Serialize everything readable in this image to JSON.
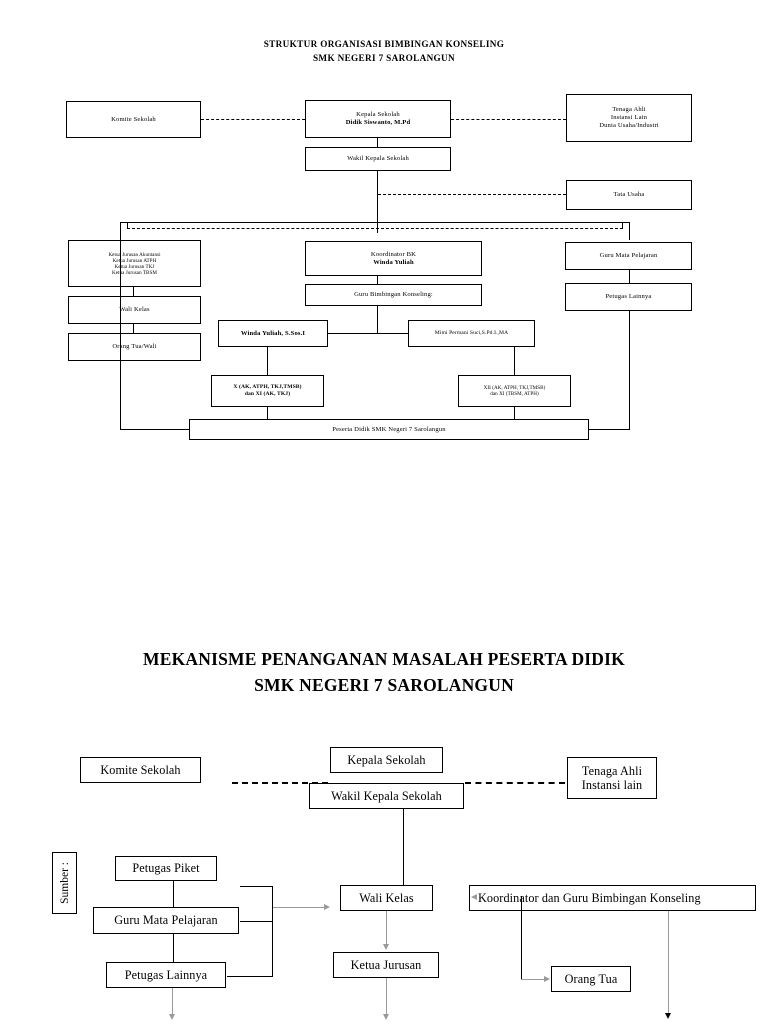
{
  "chart1": {
    "title_line1": "STRUKTUR ORGANISASI BIMBINGAN KONSELING",
    "title_line2": "SMK NEGERI 7 SAROLANGUN",
    "nodes": {
      "komite_sekolah": "Komite Sekolah",
      "kepala_sekolah_role": "Kepala Sekolah",
      "kepala_sekolah_name": "Didik Siswanto, M.Pd",
      "tenaga_ahli_l1": "Tenaga Ahli",
      "tenaga_ahli_l2": "Instansi Lain",
      "tenaga_ahli_l3": "Dunia Usaha/Industri",
      "wakil_kepala_sekolah": "Wakil Kepala Sekolah",
      "tata_usaha": "Tata Usaha",
      "ketua_jurusan_l1": "Ketua Jurusan Akuntansi",
      "ketua_jurusan_l2": "Ketua Jurusan ATPH",
      "ketua_jurusan_l3": "Ketua Jurusan TKJ",
      "ketua_jurusan_l4": "Ketua Jurusan TBSM",
      "koordinator_bk_role": "Koordinator BK",
      "koordinator_bk_name": "Winda Yuliah",
      "guru_mata_pelajaran": "Guru Mata Pelajaran",
      "wali_kelas": "Wali Kelas",
      "guru_bimbingan_konseling": "Guru Bimbingan Konseling:",
      "petugas_lainnya": "Petugas Lainnya",
      "orang_tua_wali": "Orang Tua/Wali",
      "guru_bk_1": "Winda Yuliah, S.Sos.I",
      "guru_bk_2": "Mimi Permani Suci,S.Pd.I.,MA",
      "kelas_1_l1": "X (AK, ATPH, TKJ,TMSB)",
      "kelas_1_l2": "dan XI (AK, TKJ)",
      "kelas_2_l1": "XII (AK, ATPH, TKJ,TMSB)",
      "kelas_2_l2": "dan XI (TBSM, ATPH)",
      "peserta_didik": "Peserta Didik SMK Negeri 7 Sarolangun"
    }
  },
  "chart2": {
    "title_line1": "MEKANISME PENANGANAN MASALAH PESERTA DIDIK",
    "title_line2": "SMK NEGERI 7 SAROLANGUN",
    "nodes": {
      "komite_sekolah": "Komite Sekolah",
      "kepala_sekolah": "Kepala Sekolah",
      "wakil_kepala_sekolah": "Wakil Kepala Sekolah",
      "tenaga_ahli_l1": "Tenaga Ahli",
      "tenaga_ahli_l2": "Instansi lain",
      "sumber_label": "Sumber :",
      "petugas_piket": "Petugas Piket",
      "guru_mata_pelajaran": "Guru Mata Pelajaran",
      "petugas_lainnya": "Petugas Lainnya",
      "wali_kelas": "Wali Kelas",
      "ketua_jurusan": "Ketua Jurusan",
      "koordinator_guru_bk": "Koordinator dan Guru Bimbingan Konseling",
      "orang_tua": "Orang Tua"
    }
  }
}
